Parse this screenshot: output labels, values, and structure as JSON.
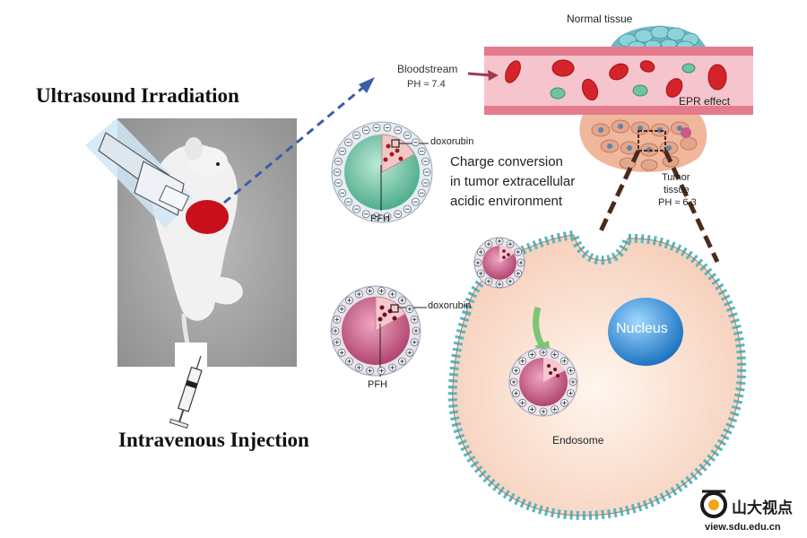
{
  "titles": {
    "ultrasound": "Ultrasound Irradiation",
    "injection": "Intravenous Injection"
  },
  "vessel": {
    "normal_tissue": "Normal tissue",
    "bloodstream": "Bloodstream",
    "ph_blood": "PH ≈ 7.4",
    "epr": "EPR  effect",
    "tumor_tissue_1": "Tumor",
    "tumor_tissue_2": "tissue",
    "ph_tumor": "PH ≈ 6.3"
  },
  "particles": {
    "top_doxorubin": "doxorubin",
    "top_pfh": "PFH",
    "bottom_doxorubin": "doxorubin",
    "bottom_pfh": "PFH"
  },
  "charge_conversion": {
    "line1": "Charge conversion",
    "line2": "in tumor extracellular",
    "line3": "acidic environment"
  },
  "cell": {
    "nucleus": "Nucleus",
    "endosome": "Endosome"
  },
  "watermark": {
    "cn": "山大视点",
    "url": "view.sdu.edu.cn"
  },
  "colors": {
    "vessel": "#f2a7b3",
    "rbc": "#d4242a",
    "green_particle": "#6fc3a4",
    "pink_particle": "#c85a86",
    "cell": "#f8dfcf",
    "nucleus": "#3a8fd6",
    "arrow_blue": "#3c5ea8",
    "dash_brown": "#4a2a1c"
  }
}
